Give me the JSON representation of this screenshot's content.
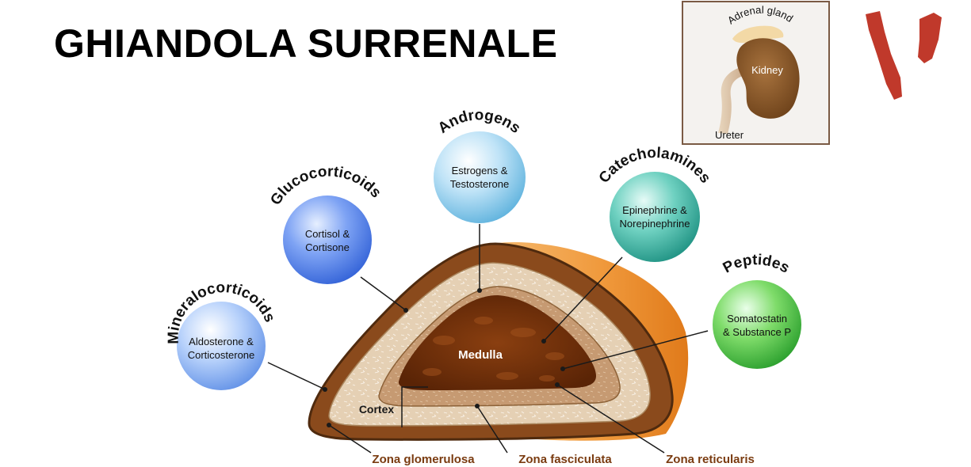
{
  "title": "GHIANDOLA SURRENALE",
  "colors": {
    "capsule": "#8a4f1f",
    "capsule_edge": "#5c3212",
    "cortex_tan": "#e3cdb0",
    "medulla": "#6b2f0c",
    "side_orange": "#f0a04a",
    "blue_sphere": "#5d86f0",
    "lightblue_sphere": "#9fd0ee",
    "teal_sphere": "#3ab3a3",
    "green_sphere": "#4fc24f",
    "label_brown": "#7a3b10",
    "logo_red": "#c0392b"
  },
  "hormones": [
    {
      "group": "Mineralocorticoids",
      "text_line1": "Aldosterone &",
      "text_line2": "Corticosterone",
      "color_name": "lightblue"
    },
    {
      "group": "Glucocorticoids",
      "text_line1": "Cortisol &",
      "text_line2": "Cortisone",
      "color_name": "blue"
    },
    {
      "group": "Androgens",
      "text_line1": "Estrogens &",
      "text_line2": "Testosterone",
      "color_name": "skyblue"
    },
    {
      "group": "Catecholamines",
      "text_line1": "Epinephrine &",
      "text_line2": "Norepinephrine",
      "color_name": "teal"
    },
    {
      "group": "Peptides",
      "text_line1": "Somatostatin",
      "text_line2": "& Substance P",
      "color_name": "green"
    }
  ],
  "regions": {
    "medulla": "Medulla",
    "cortex": "Cortex"
  },
  "zones": {
    "glomerulosa": "Zona glomerulosa",
    "fasciculata": "Zona fasciculata",
    "reticularis": "Zona reticularis"
  },
  "inset": {
    "adrenal_label": "Adrenal gland",
    "kidney_label": "Kidney",
    "ureter_label": "Ureter"
  }
}
